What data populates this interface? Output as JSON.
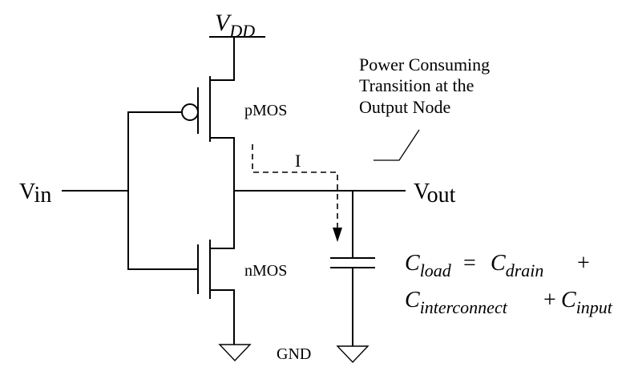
{
  "labels": {
    "vdd_main": "V",
    "vdd_sub": "DD",
    "vin_main": "V",
    "vin_sub": "in",
    "vout_main": "V",
    "vout_sub": "out",
    "pmos": "pMOS",
    "nmos": "nMOS",
    "current": "I",
    "gnd": "GND",
    "annotation_line1": "Power Consuming",
    "annotation_line2": "Transition at the",
    "annotation_line3": "Output Node"
  },
  "equation": {
    "c": "C",
    "load": "load",
    "equals": "=",
    "drain": "drain",
    "plus": "+",
    "interconnect": "interconnect",
    "input": "input"
  }
}
